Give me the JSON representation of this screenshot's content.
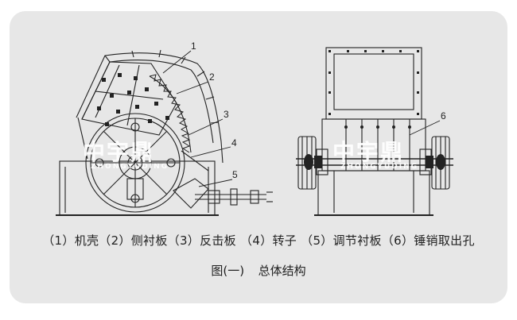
{
  "legend": "（1）机壳（2）侧衬板（3）反击板 （4）转子 （5）调节衬板（6）锤销取出孔",
  "figure_title": "图(一)",
  "figure_subtitle": "总体结构",
  "callouts": [
    "1",
    "2",
    "3",
    "4",
    "5",
    "6"
  ],
  "watermark": {
    "left_cn": "中宇鼎",
    "left_en": "ZHONGYUDING",
    "right_cn": "中宇鼎",
    "right_en": "ZHONGYUDING"
  },
  "colors": {
    "panel": "#e7e7e7",
    "line": "#222222",
    "watermark": "#ffffff"
  }
}
